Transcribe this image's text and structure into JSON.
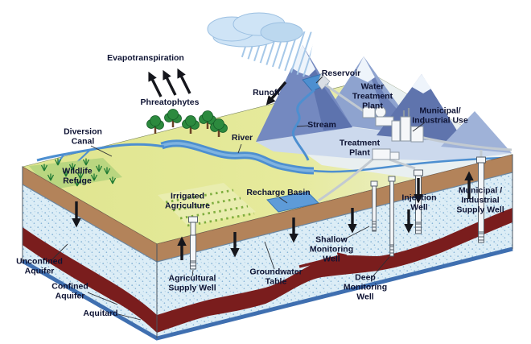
{
  "labels": {
    "evapotranspiration": "Evapotranspiration",
    "phreatophytes": "Phreatophytes",
    "diversion_canal": "Diversion\nCanal",
    "wildlife_refuge": "Wildlife\nRefuge",
    "runoff": "Runoff",
    "reservoir": "Reservoir",
    "water_treatment_plant": "Water\nTreatment\nPlant",
    "municipal_industrial_use": "Municipal/\nIndustrial Use",
    "stream": "Stream",
    "river": "River",
    "treatment_plant": "Treatment\nPlant",
    "irrigated_agriculture": "Irrigated\nAgriculture",
    "recharge_basin": "Recharge Basin",
    "injection_well": "Injection\nWell",
    "municipal_industrial_supply_well": "Municipal /\nIndustrial\nSupply Well",
    "unconfined_aquifer": "Unconfined\nAquifer",
    "confined_aquifer": "Confined\nAquifer",
    "aquitard": "Aquitard",
    "agricultural_supply_well": "Agricultural\nSupply Well",
    "groundwater_table": "Groundwater\nTable",
    "shallow_monitoring_well": "Shallow\nMonitoring\nWell",
    "deep_monitoring_well": "Deep\nMonitoring\nWell"
  },
  "colors": {
    "land": "#e3e89a",
    "soil": "#b3835a",
    "aquifer_fill": "#dcedf6",
    "aquifer_speckle": "#86b3d6",
    "aquitard": "#7a1d1d",
    "water": "#4d8fd0",
    "mountain": "#7489c0",
    "cloud": "#cfe4f6",
    "bottom_edge": "#3f6fb0",
    "arrow": "#15161c",
    "label_text": "#0e1333"
  }
}
